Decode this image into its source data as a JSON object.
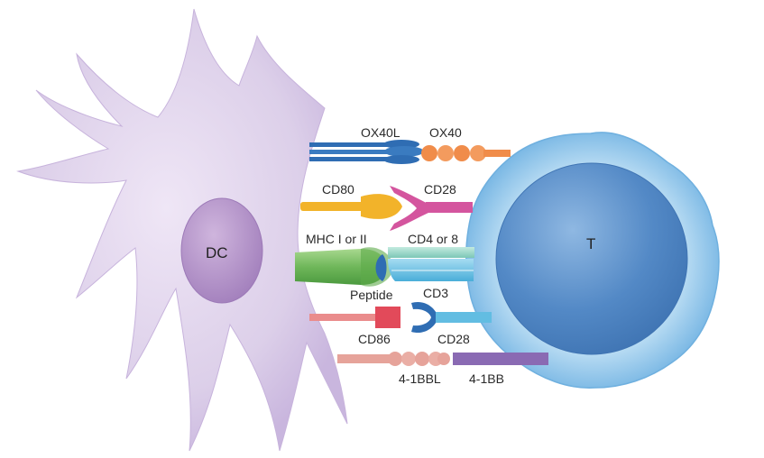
{
  "cells": {
    "dc_label": "DC",
    "t_label": "T"
  },
  "labels": {
    "ox40l": "OX40L",
    "ox40": "OX40",
    "cd80": "CD80",
    "cd28_top": "CD28",
    "mhc": "MHC I or II",
    "cd4_8": "CD4 or 8",
    "peptide": "Peptide",
    "cd3": "CD3",
    "cd86": "CD86",
    "cd28_bottom": "CD28",
    "l41bbl": "4-1BBL",
    "l41bb": "4-1BB"
  },
  "colors": {
    "dc_body": "#dccfe9",
    "dc_nucleus": "#b493c8",
    "t_outer": "#8fc6ea",
    "t_inner": "#4f86c6",
    "ox40l": "#2f6db3",
    "ox40": "#f08c4a",
    "cd80": "#f2b32a",
    "cd28_top": "#d4559e",
    "mhc": "#6fb75a",
    "cd4_8": "#8ed0c2",
    "cd3": "#62bde2",
    "peptide": "#2f6db3",
    "cd86": "#e24a5a",
    "cd28_bottom": "#2f6db3",
    "l41bbl": "#e6a39a",
    "l41bb": "#8a6ab3"
  }
}
